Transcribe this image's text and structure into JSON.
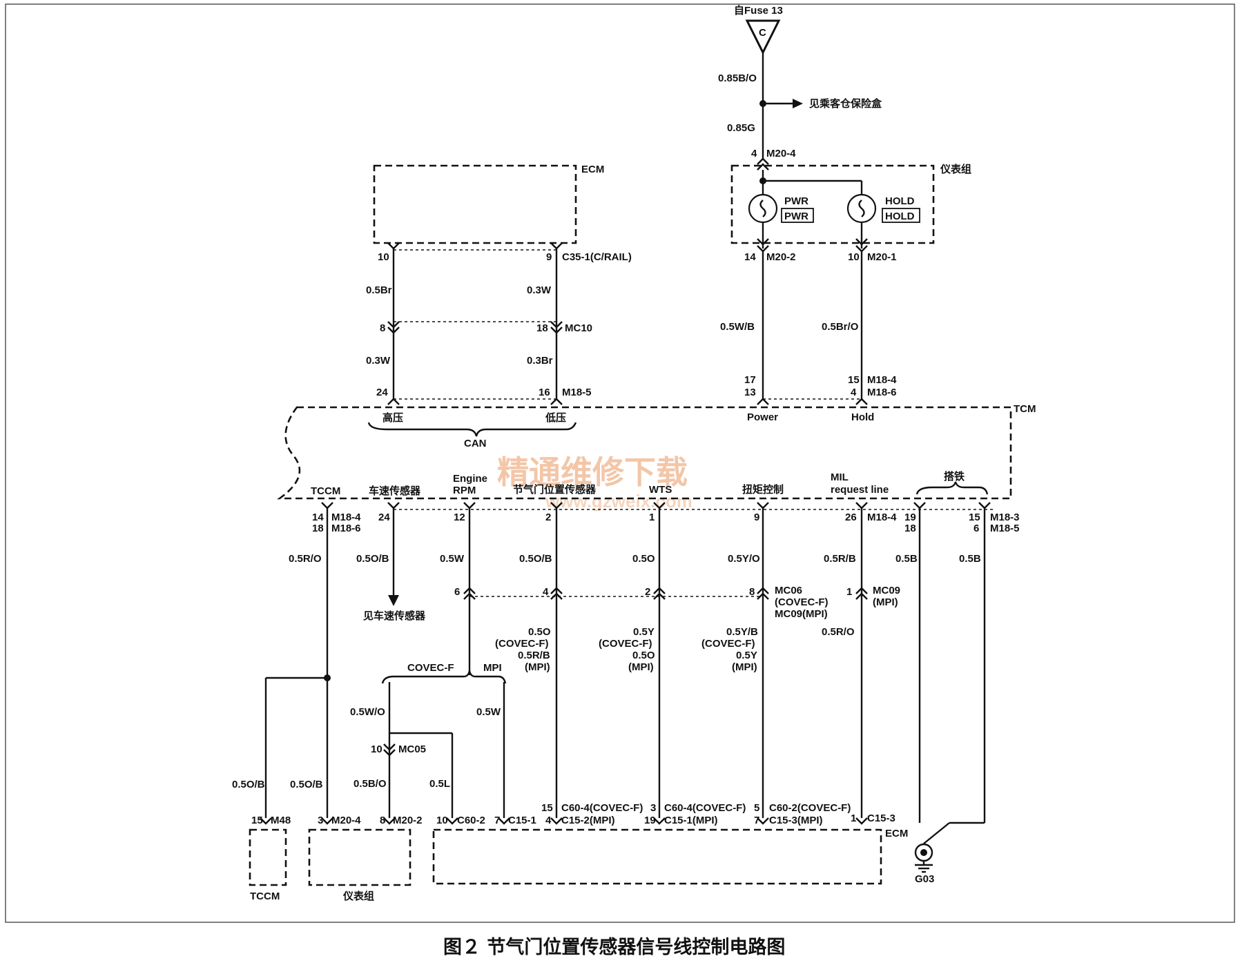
{
  "figure": {
    "caption": "图２ 节气门位置传感器信号线控制电路图"
  },
  "watermark": {
    "line1": "精通维修下载",
    "line2": "www.gzweix.com"
  },
  "top": {
    "fuse_label": "自Fuse 13",
    "connector_letter": "C",
    "wire_1": "0.85B/O",
    "arrow_text": "见乘客仓保险盒",
    "wire_2": "0.85G",
    "pin_in": "4",
    "conn_in": "M20-4",
    "cluster_label": "仪表组",
    "lamp_pwr_label": "PWR",
    "lamp_pwr_box": "PWR",
    "lamp_hold_label": "HOLD",
    "lamp_hold_box": "HOLD",
    "pin_pwr": "14",
    "conn_pwr": "M20-2",
    "pin_hold": "10",
    "conn_hold": "M20-1",
    "wire_pwr": "0.5W/B",
    "wire_hold": "0.5Br/O",
    "pwr_pin_a": "17",
    "pwr_pin_b": "13",
    "hold_pin_a": "15",
    "hold_pin_b": "4",
    "hold_conn_a": "M18-4",
    "hold_conn_b": "M18-6",
    "power_label": "Power",
    "hold_label": "Hold"
  },
  "can": {
    "ecm_label": "ECM",
    "pin_10": "10",
    "pin_9": "9",
    "conn_c35": "C35-1(C/RAIL)",
    "wire_a1": "0.5Br",
    "wire_b1": "0.3W",
    "pin_8": "8",
    "pin_18": "18",
    "conn_mc10": "MC10",
    "wire_a2": "0.3W",
    "wire_b2": "0.3Br",
    "pin_24": "24",
    "pin_16": "16",
    "conn_m18_5": "M18-5",
    "high_label": "高压",
    "low_label": "低压",
    "can_label": "CAN"
  },
  "tcm": {
    "label": "TCM",
    "tccm": "TCCM",
    "speed_sensor": "车速传感器",
    "engine_rpm_1": "Engine",
    "engine_rpm_2": "RPM",
    "tps": "节气门位置传感器",
    "wts": "WTS",
    "torque": "扭矩控制",
    "mil_1": "MIL",
    "mil_2": "request line",
    "ground_label": "搭铁"
  },
  "lower": {
    "tccm_pin_a": "14",
    "tccm_pin_b": "18",
    "tccm_conn_a": "M18-4",
    "tccm_conn_b": "M18-6",
    "spd_pin": "24",
    "rpm_pin": "12",
    "tps_pin": "2",
    "wts_pin": "1",
    "trq_pin": "9",
    "mil_pin": "26",
    "mil_conn": "M18-4",
    "gnd_pin_a1": "19",
    "gnd_pin_a2": "18",
    "gnd_pin_b1": "15",
    "gnd_pin_b2": "6",
    "gnd_conn_1": "M18-3",
    "gnd_conn_2": "M18-5",
    "w_tccm": "0.5R/O",
    "w_spd": "0.5O/B",
    "w_rpm": "0.5W",
    "w_tps": "0.5O/B",
    "w_wts": "0.5O",
    "w_trq": "0.5Y/O",
    "w_mil": "0.5R/B",
    "w_gnd_a": "0.5B",
    "w_gnd_b": "0.5B",
    "see_speed": "见车速传感器",
    "mc_rpm": "6",
    "mc_tps": "4",
    "mc_wts": "2",
    "mc_trq": "8",
    "mc06_1": "MC06",
    "mc06_2": "(COVEC-F)",
    "mc06_3": "MC09(MPI)",
    "mc_mil": "1",
    "mc09_1": "MC09",
    "mc09_2": "(MPI)",
    "tps_w1": "0.5O",
    "tps_w2": "(COVEC-F)",
    "tps_w3": "0.5R/B",
    "tps_w4": "(MPI)",
    "wts_w1": "0.5Y",
    "wts_w2": "(COVEC-F)",
    "wts_w3": "0.5O",
    "wts_w4": "(MPI)",
    "trq_w1": "0.5Y/B",
    "trq_w2": "(COVEC-F)",
    "trq_w3": "0.5Y",
    "trq_w4": "(MPI)",
    "mil_w2": "0.5R/O",
    "covec_f": "COVEC-F",
    "mpi": "MPI",
    "w_rpm_covec": "0.5W/O",
    "w_rpm_mpi": "0.5W",
    "mc05_pin": "10",
    "mc05": "MC05",
    "w_mc05_down": "0.5B/O",
    "w_mc05_l": "0.5L",
    "w_tccm_l": "0.5O/B",
    "w_tccm_r": "0.5O/B",
    "b_tccm_pin": "15",
    "b_tccm_conn": "M48",
    "b_clu_pin_a": "3",
    "b_clu_conn_a": "M20-4",
    "b_clu_pin_b": "8",
    "b_clu_conn_b": "M20-2",
    "b_e_pin_1": "10",
    "b_e_conn_1": "C60-2",
    "b_e_pin_2": "7",
    "b_e_conn_2": "C15-1",
    "b_e_pin_3a": "15",
    "b_e_pin_3b": "4",
    "b_e_conn_3a": "C60-4(COVEC-F)",
    "b_e_conn_3b": "C15-2(MPI)",
    "b_e_pin_4a": "3",
    "b_e_pin_4b": "19",
    "b_e_conn_4a": "C60-4(COVEC-F)",
    "b_e_conn_4b": "C15-1(MPI)",
    "b_e_pin_5a": "5",
    "b_e_pin_5b": "7",
    "b_e_conn_5a": "C60-2(COVEC-F)",
    "b_e_conn_5b": "C15-3(MPI)",
    "b_e_pin_6": "1",
    "b_e_conn_6": "C15-3",
    "ecm_label": "ECM",
    "g03": "G03",
    "tccm_box": "TCCM",
    "cluster_box": "仪表组"
  }
}
